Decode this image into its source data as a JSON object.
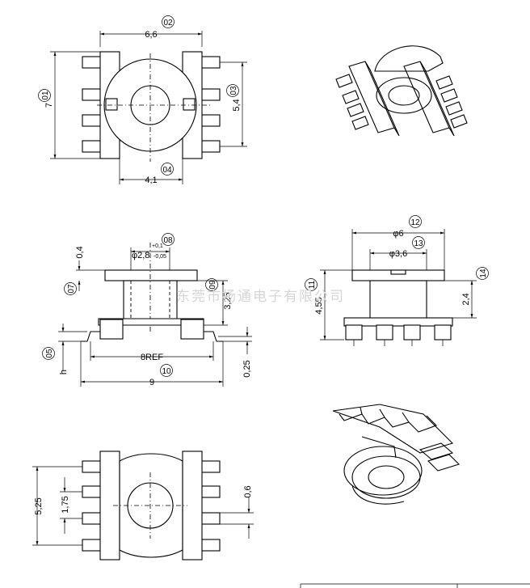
{
  "watermark": "东莞市扬通电子有限公司",
  "top_view": {
    "dim_width": "6,6",
    "dim_width_ref": "02",
    "dim_height": "7",
    "dim_height_ref": "01",
    "dim_pitch": "5,4",
    "dim_pitch_ref": "03",
    "dim_inner": "4,1",
    "dim_inner_ref": "04"
  },
  "side_view": {
    "dim_flange": "0,4",
    "dim_bore": "φ2,8",
    "dim_bore_tol_plus": "+0,1",
    "dim_bore_tol_minus": "-0,05",
    "dim_bore_ref": "08",
    "ref_07": "07",
    "dim_height": "3,25",
    "dim_height_ref": "09",
    "ref_05": "05",
    "dim_h": "h",
    "dim_pad_ref_width": "8REF",
    "dim_total_width": "9",
    "dim_total_width_ref": "10",
    "dim_lead": "0,25"
  },
  "end_view": {
    "dim_flange_dia": "φ6",
    "dim_flange_dia_ref": "12",
    "dim_core": "φ3,6",
    "dim_core_ref": "13",
    "dim_total_height": "4,55",
    "dim_total_height_ref": "11",
    "dim_winding_height": "2,4",
    "dim_winding_height_ref": "14"
  },
  "bottom_view": {
    "dim_outer_pitch": "5,25",
    "dim_inner_pitch": "1,75",
    "dim_pin_width": "0,6"
  }
}
